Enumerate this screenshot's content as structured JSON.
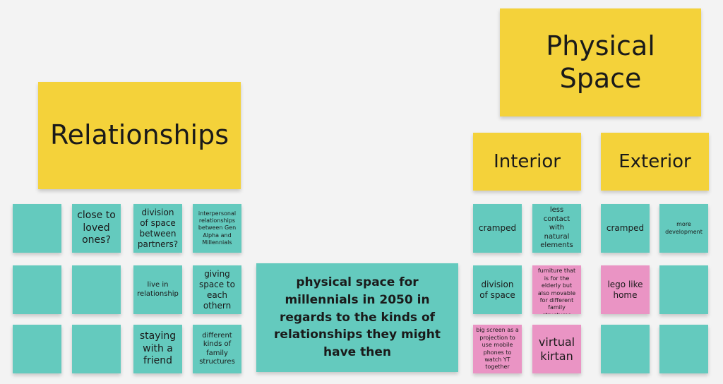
{
  "colors": {
    "background": "#f3f3f3",
    "yellow_note": "#f4d23a",
    "teal_note": "#64cabe",
    "pink_note": "#ea94c4"
  },
  "headings": {
    "physical_space": "Physical Space",
    "relationships": "Relationships",
    "interior": "Interior",
    "exterior": "Exterior"
  },
  "center_note": "physical space for millennials in 2050 in regards to the kinds of relationships they might have then",
  "relationships_notes": {
    "close_to_loved_ones": "close to loved ones?",
    "division_of_space_partners": "division of space between partners?",
    "interpersonal": "interpersonal relationships between Gen Alpha and Millennials",
    "live_in_relationship": "live in relationship",
    "giving_space": "giving space to each othern",
    "staying_with_friend": "staying with a friend",
    "family_structures": "different kinds of family structures"
  },
  "interior_notes": {
    "cramped": "cramped",
    "less_contact": "less contact with natural elements",
    "division_of_space": "division of space",
    "ikea_furniture": "ikea like furniture that is for the elderly but also movable for different family structures",
    "big_screen": "big screen as a projection to use mobile phones to watch YT together",
    "virtual_kirtan": "virtual kirtan"
  },
  "exterior_notes": {
    "cramped": "cramped",
    "more_development": "more development",
    "lego_home": "lego like home"
  }
}
